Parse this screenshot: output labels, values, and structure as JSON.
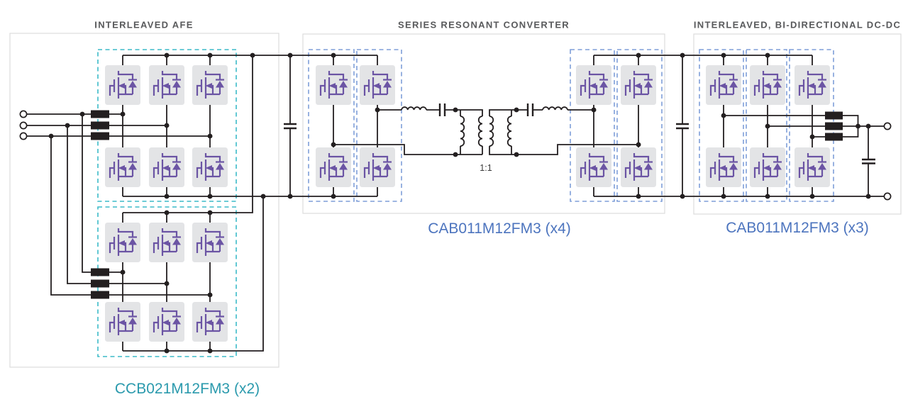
{
  "sections": [
    {
      "id": "afe",
      "title": "INTERLEAVED AFE",
      "device_label": "CCB021M12FM3 (x2)",
      "label_color": "#2B9AAD",
      "dash_color": "#3BBAC8",
      "module_count_visible": 2,
      "switch_tiles_per_module": 6,
      "input_terminals": 3
    },
    {
      "id": "src",
      "title": "SERIES RESONANT CONVERTER",
      "device_label": "CAB011M12FM3 (x4)",
      "label_color": "#4C74BE",
      "dash_color": "#7E9ED9",
      "switch_tiles": 8
    },
    {
      "id": "dcdc",
      "title": "INTERLEAVED, BI-DIRECTIONAL DC-DC",
      "device_label": "CAB011M12FM3 (x3)",
      "label_color": "#4C74BE",
      "dash_color": "#7E9ED9",
      "switch_tiles": 6,
      "output_terminals": 2
    }
  ],
  "transformer": {
    "ratio_label": "1:1"
  },
  "icons": {
    "mosfet": "mosfet-with-body-diode-icon",
    "inductor_block": "inductor-icon",
    "coil": "winding-coil-icon",
    "capacitor": "capacitor-icon",
    "terminal": "terminal-circle-icon"
  },
  "colors": {
    "wire": "#231F20",
    "mosfet_symbol": "#6B54A4",
    "mosfet_tile": "#E3E4E6",
    "section_border": "#DCDCDC",
    "title_text": "#58595B",
    "teal_text": "#2B9AAD",
    "teal_dash": "#3BBAC8",
    "blue_text": "#4C74BE",
    "blue_dash": "#7E9ED9",
    "background": "#FFFFFF"
  }
}
